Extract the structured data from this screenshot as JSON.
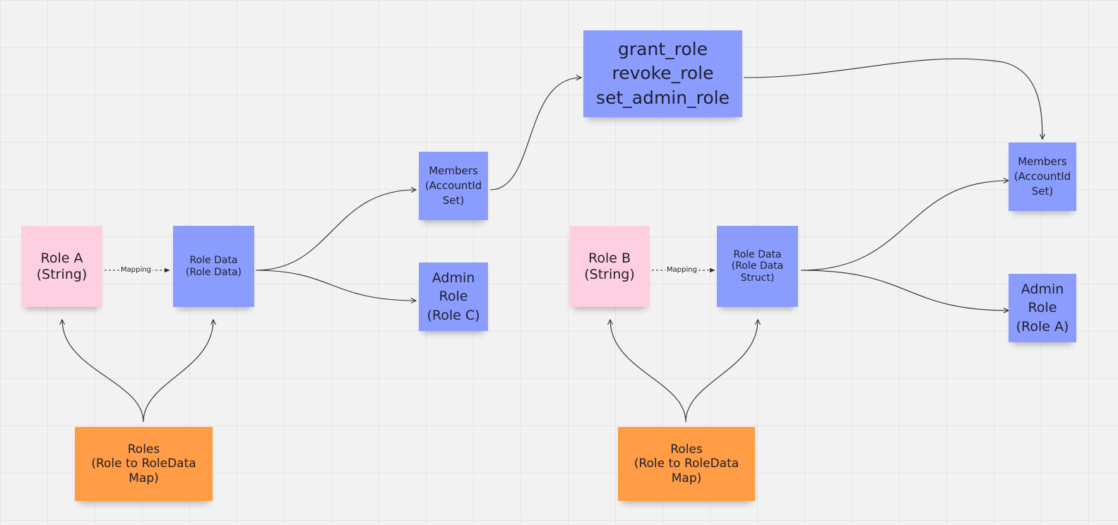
{
  "diagram": {
    "nodes": {
      "role_a": {
        "lines": [
          "Role A",
          "(String)"
        ],
        "color": "#fecfe0"
      },
      "role_data_a": {
        "lines": [
          "Role Data",
          "(Role Data)"
        ],
        "color": "#8a9dff"
      },
      "members_a": {
        "lines": [
          "Members",
          "(AccountId",
          "Set)"
        ],
        "color": "#8a9dff"
      },
      "admin_role_a": {
        "lines": [
          "Admin",
          "Role",
          "(Role C)"
        ],
        "color": "#8a9dff"
      },
      "roles_map_a": {
        "lines": [
          "Roles",
          "(Role to RoleData",
          "Map)"
        ],
        "color": "#ff9c45"
      },
      "functions": {
        "lines": [
          "grant_role",
          "revoke_role",
          "set_admin_role"
        ],
        "color": "#8a9dff"
      },
      "role_b": {
        "lines": [
          "Role B",
          "(String)"
        ],
        "color": "#fecfe0"
      },
      "role_data_b": {
        "lines": [
          "Role Data",
          "(Role Data",
          "Struct)"
        ],
        "color": "#8a9dff"
      },
      "members_b": {
        "lines": [
          "Members",
          "(AccountId",
          "Set)"
        ],
        "color": "#8a9dff"
      },
      "admin_role_b": {
        "lines": [
          "Admin",
          "Role",
          "(Role A)"
        ],
        "color": "#8a9dff"
      },
      "roles_map_b": {
        "lines": [
          "Roles",
          "(Role to RoleData",
          "Map)"
        ],
        "color": "#ff9c45"
      }
    },
    "edge_labels": {
      "mapping_a": "Mapping",
      "mapping_b": "Mapping"
    },
    "edges": [
      {
        "from": "role_a",
        "to": "role_data_a",
        "label": "Mapping",
        "style": "dashed"
      },
      {
        "from": "role_data_a",
        "to": "members_a",
        "style": "solid"
      },
      {
        "from": "role_data_a",
        "to": "admin_role_a",
        "style": "solid"
      },
      {
        "from": "roles_map_a",
        "to": "role_a",
        "style": "solid"
      },
      {
        "from": "roles_map_a",
        "to": "role_data_a",
        "style": "solid"
      },
      {
        "from": "members_a",
        "to": "functions",
        "style": "solid"
      },
      {
        "from": "functions",
        "to": "members_b",
        "style": "solid"
      },
      {
        "from": "role_b",
        "to": "role_data_b",
        "label": "Mapping",
        "style": "dashed"
      },
      {
        "from": "role_data_b",
        "to": "members_b",
        "style": "solid"
      },
      {
        "from": "role_data_b",
        "to": "admin_role_b",
        "style": "solid"
      },
      {
        "from": "roles_map_b",
        "to": "role_b",
        "style": "solid"
      },
      {
        "from": "roles_map_b",
        "to": "role_data_b",
        "style": "solid"
      }
    ],
    "colors": {
      "background": "#f2f2f2",
      "grid": "#e4e4e4",
      "connector": "#2b2b2b"
    }
  }
}
